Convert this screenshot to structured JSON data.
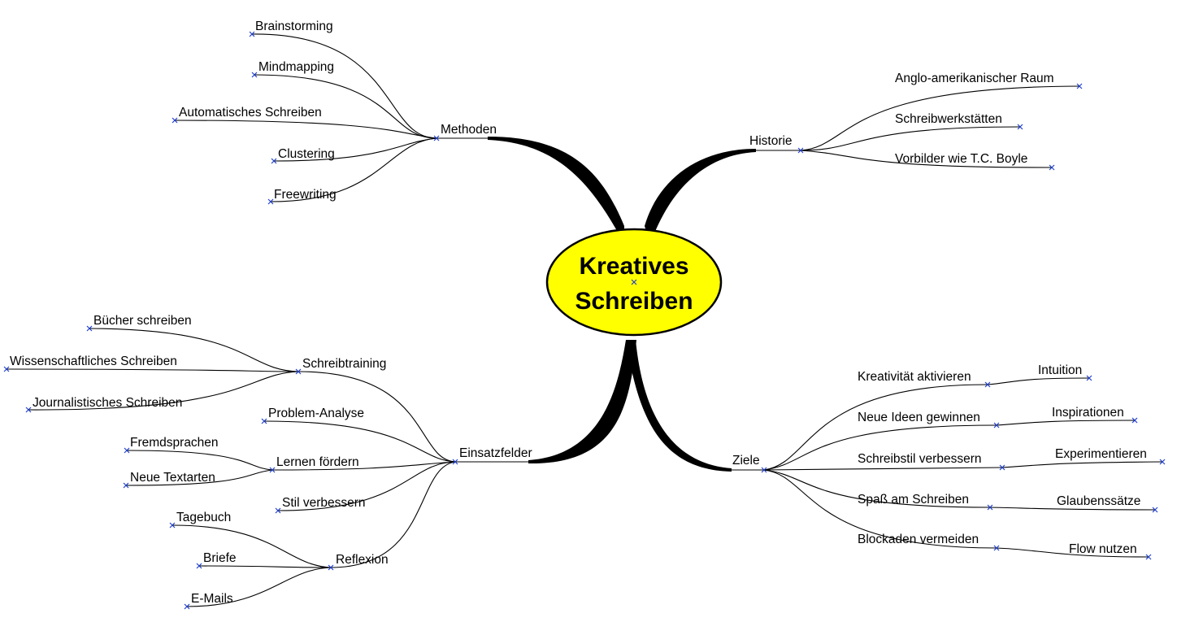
{
  "center": {
    "line1": "Kreatives",
    "line2": "Schreiben",
    "fill_color": "#ffff00"
  },
  "marker_color": "#1f3fd0",
  "branches": {
    "methoden": {
      "label": "Methoden",
      "children": [
        "Brainstorming",
        "Mindmapping",
        "Automatisches Schreiben",
        "Clustering",
        "Freewriting"
      ]
    },
    "historie": {
      "label": "Historie",
      "children": [
        "Anglo-amerikanischer Raum",
        "Schreibwerkstätten",
        "Vorbilder wie T.C. Boyle"
      ]
    },
    "einsatzfelder": {
      "label": "Einsatzfelder",
      "schreibtraining": {
        "label": "Schreibtraining",
        "children": [
          "Bücher schreiben",
          "Wissenschaftliches Schreiben",
          "Journalistisches Schreiben"
        ]
      },
      "problem_analyse": {
        "label": "Problem-Analyse"
      },
      "lernen_foerdern": {
        "label": "Lernen fördern",
        "children": [
          "Fremdsprachen",
          "Neue Textarten"
        ]
      },
      "stil_verbessern": {
        "label": "Stil verbessern"
      },
      "reflexion": {
        "label": "Reflexion",
        "children": [
          "Tagebuch",
          "Briefe",
          "E-Mails"
        ]
      }
    },
    "ziele": {
      "label": "Ziele",
      "children": [
        {
          "label": "Kreativität aktivieren",
          "child": "Intuition"
        },
        {
          "label": "Neue Ideen gewinnen",
          "child": "Inspirationen"
        },
        {
          "label": "Schreibstil verbessern",
          "child": "Experimentieren"
        },
        {
          "label": "Spaß am Schreiben",
          "child": "Glaubenssätze"
        },
        {
          "label": "Blockaden vermeiden",
          "child": "Flow nutzen"
        }
      ]
    }
  }
}
